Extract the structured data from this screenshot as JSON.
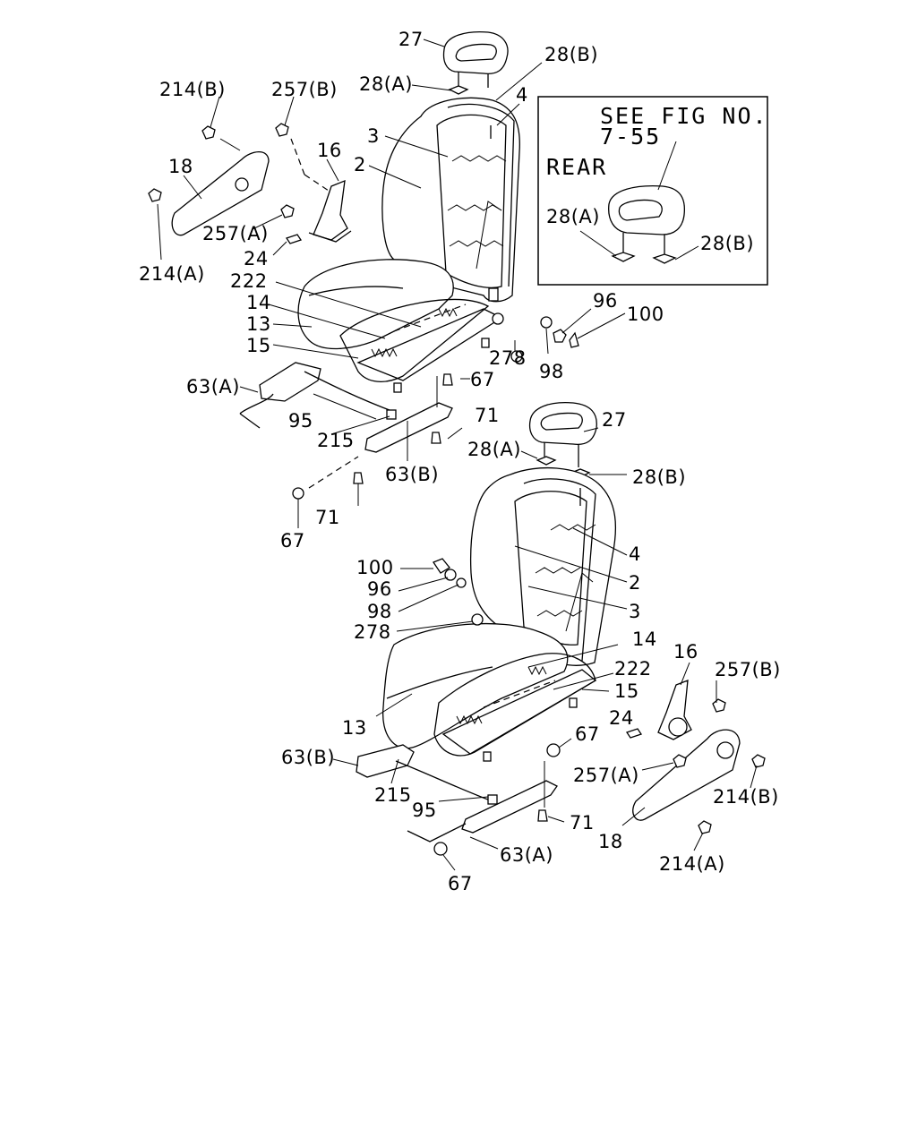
{
  "labels": {
    "p27a": "27",
    "p28Ba": "28(B)",
    "p28Aa": "28(A)",
    "p4a": "4",
    "p3a": "3",
    "p2a": "2",
    "p214Ba": "214(B)",
    "p257Ba": "257(B)",
    "p16a": "16",
    "p18a": "18",
    "p257Aa": "257(A)",
    "p24a": "24",
    "p214Aa": "214(A)",
    "p222a": "222",
    "p14a": "14",
    "p13a": "13",
    "p15a": "15",
    "p63Aa": "63(A)",
    "p95a": "95",
    "p215a": "215",
    "p63Ba": "63(B)",
    "p67a": "67",
    "p71a": "71",
    "p71b": "71",
    "p67b": "67",
    "p96a": "96",
    "p100a": "100",
    "p278a": "278",
    "p98a": "98",
    "p27b": "27",
    "p28Ab": "28(A)",
    "p28Bb": "28(B)",
    "p4b": "4",
    "p2b": "2",
    "p3b": "3",
    "p100b": "100",
    "p96b": "96",
    "p98b": "98",
    "p278b": "278",
    "p14b": "14",
    "p222b": "222",
    "p15b": "15",
    "p13b": "13",
    "p16b": "16",
    "p257Bb": "257(B)",
    "p24b": "24",
    "p67c": "67",
    "p63Bb": "63(B)",
    "p215b": "215",
    "p95b": "95",
    "p257Ab": "257(A)",
    "p214Bb": "214(B)",
    "p71c": "71",
    "p18b": "18",
    "p63Ab": "63(A)",
    "p214Ab": "214(A)",
    "p67d": "67"
  },
  "inset": {
    "line1": "SEE FIG NO.",
    "line2": "7-55",
    "rear": "REAR",
    "label_28A": "28(A)",
    "label_28B": "28(B)"
  }
}
